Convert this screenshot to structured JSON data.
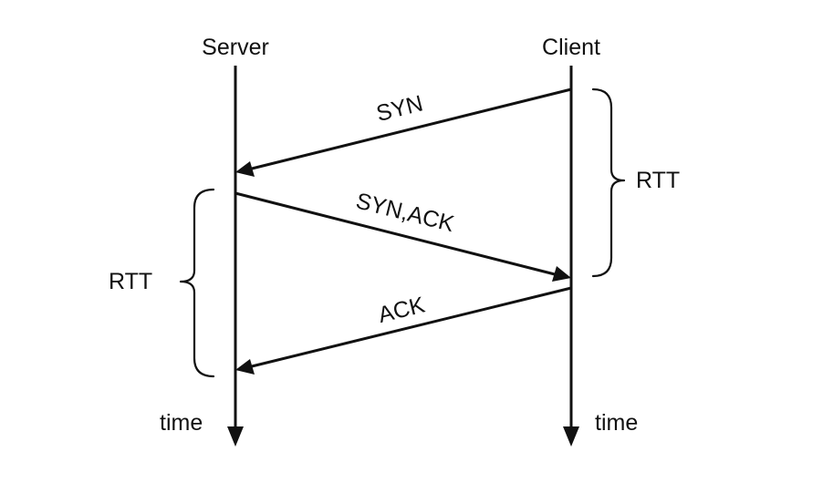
{
  "participants": {
    "server": "Server",
    "client": "Client"
  },
  "messages": [
    {
      "label": "SYN"
    },
    {
      "label": "SYN,ACK"
    },
    {
      "label": "ACK"
    }
  ],
  "brackets": {
    "client": "RTT",
    "server": "RTT"
  },
  "axis": {
    "server_time": "time",
    "client_time": "time"
  }
}
